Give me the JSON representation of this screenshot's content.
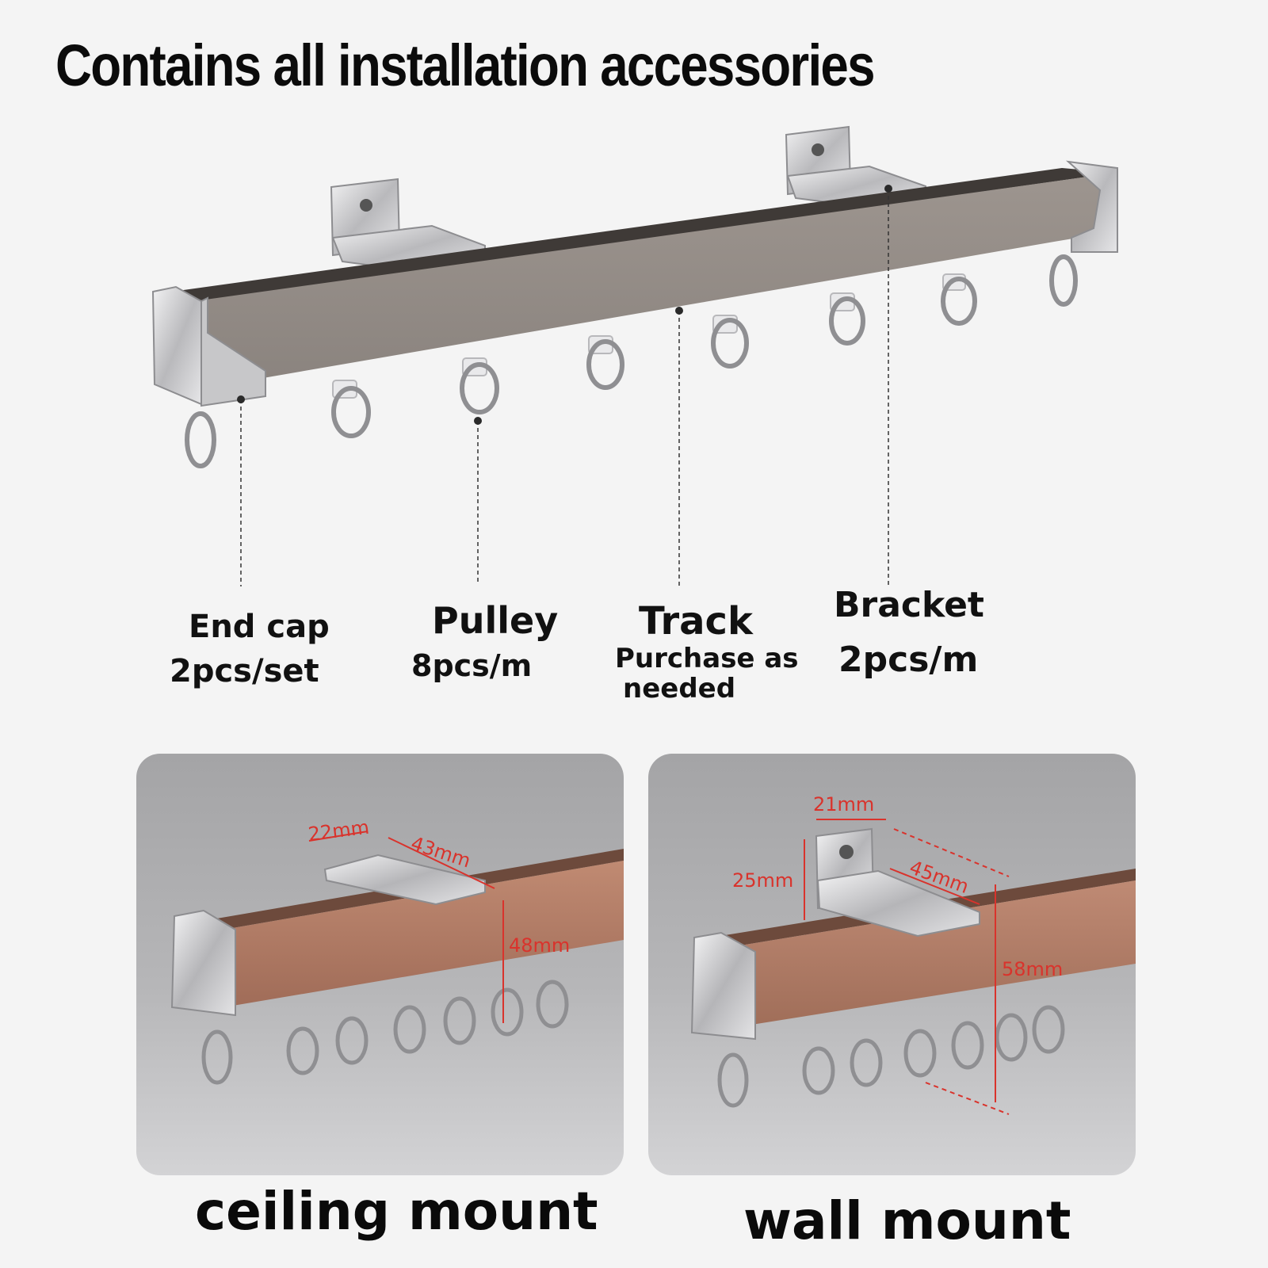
{
  "headline": "Contains all installation accessories",
  "parts": [
    {
      "name": "End cap",
      "detail": "2pcs/set"
    },
    {
      "name": "Pulley",
      "detail": "8pcs/m"
    },
    {
      "name": "Track",
      "detail_line1": "Purchase as",
      "detail_line2": "needed"
    },
    {
      "name": "Bracket",
      "detail": "2pcs/m"
    }
  ],
  "panels": {
    "ceiling": {
      "caption": "ceiling mount",
      "dims": {
        "width": "22mm",
        "length": "43mm",
        "height": "48mm"
      }
    },
    "wall": {
      "caption": "wall mount",
      "dims": {
        "width": "21mm",
        "height_bracket": "25mm",
        "length": "45mm",
        "height": "58mm"
      }
    }
  },
  "colors": {
    "track_main": "#948c86",
    "track_copper": "#b07a64",
    "dimension_red": "#d9332c",
    "metal": "#c8c8ca"
  }
}
